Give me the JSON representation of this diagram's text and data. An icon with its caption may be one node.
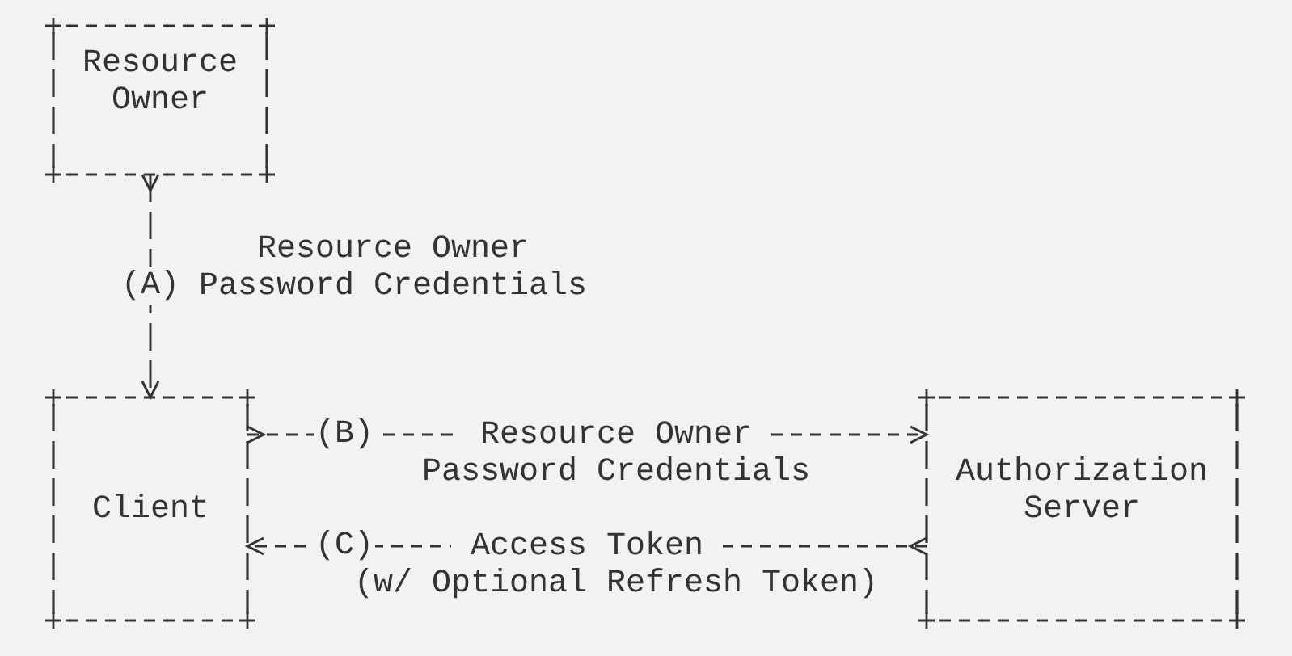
{
  "diagram": {
    "nodes": [
      {
        "text": [
          "Resource Owner"
        ]
      },
      {
        "text": [
          "Client"
        ]
      },
      {
        "text": [
          "Authorization Server"
        ]
      }
    ],
    "edges": [
      {
        "from": 0,
        "to": 1,
        "arrow": "to",
        "label": "(A)"
      },
      {
        "from": 1,
        "to": 2,
        "arrow": "to",
        "label": "(B)"
      },
      {
        "from": 2,
        "to": 1,
        "arrow": "to",
        "label": "(C)"
      }
    ],
    "labels": [
      "Resource Owner Password Credentials",
      "Resource Owner Password Credentials",
      "Access Token",
      "(w/ Optional Refresh Token)"
    ]
  }
}
